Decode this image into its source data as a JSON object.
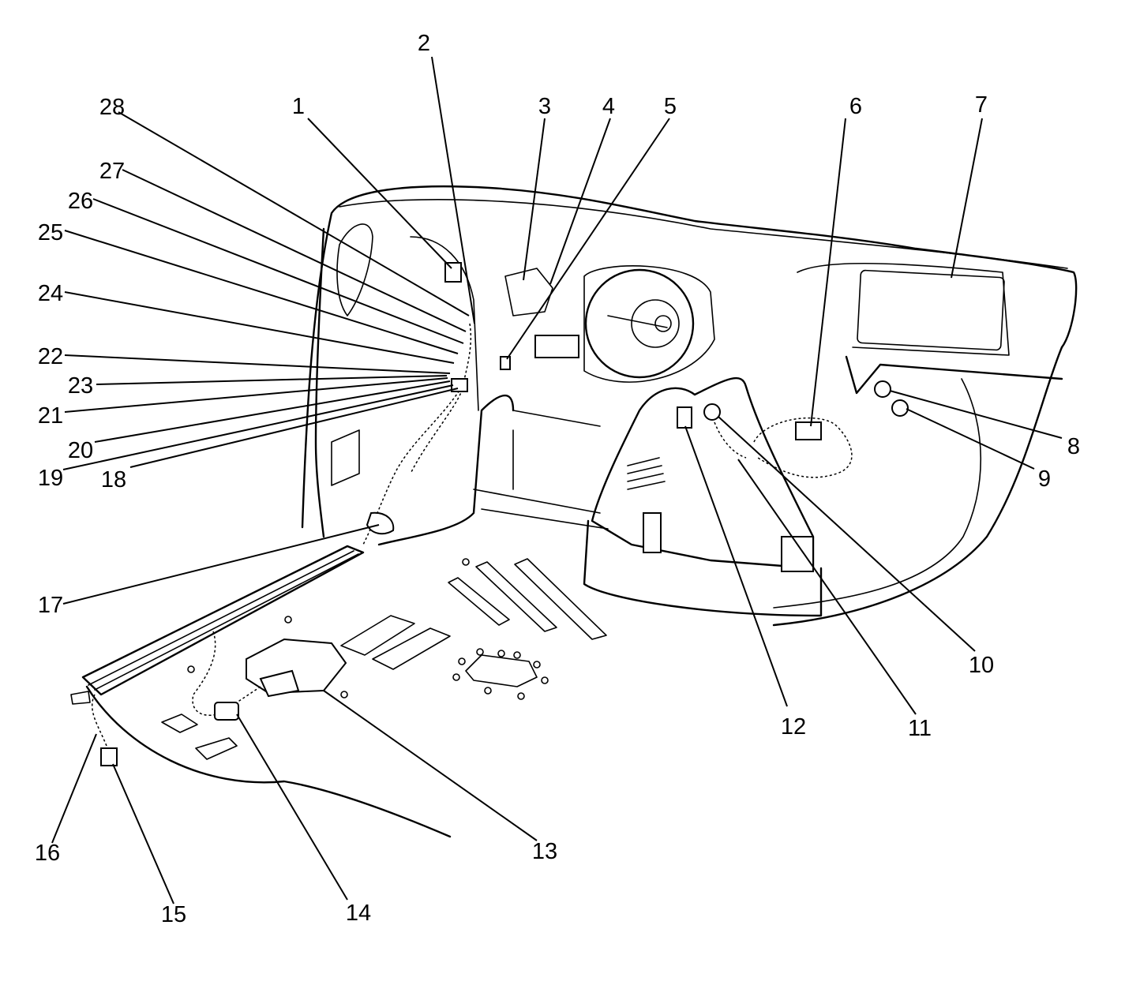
{
  "callouts": [
    {
      "id": "1",
      "label": "1"
    },
    {
      "id": "2",
      "label": "2"
    },
    {
      "id": "3",
      "label": "3"
    },
    {
      "id": "4",
      "label": "4"
    },
    {
      "id": "5",
      "label": "5"
    },
    {
      "id": "6",
      "label": "6"
    },
    {
      "id": "7",
      "label": "7"
    },
    {
      "id": "8",
      "label": "8"
    },
    {
      "id": "9",
      "label": "9"
    },
    {
      "id": "10",
      "label": "10"
    },
    {
      "id": "11",
      "label": "11"
    },
    {
      "id": "12",
      "label": "12"
    },
    {
      "id": "13",
      "label": "13"
    },
    {
      "id": "14",
      "label": "14"
    },
    {
      "id": "15",
      "label": "15"
    },
    {
      "id": "16",
      "label": "16"
    },
    {
      "id": "17",
      "label": "17"
    },
    {
      "id": "18",
      "label": "18"
    },
    {
      "id": "19",
      "label": "19"
    },
    {
      "id": "20",
      "label": "20"
    },
    {
      "id": "21",
      "label": "21"
    },
    {
      "id": "22",
      "label": "22"
    },
    {
      "id": "23",
      "label": "23"
    },
    {
      "id": "24",
      "label": "24"
    },
    {
      "id": "25",
      "label": "25"
    },
    {
      "id": "26",
      "label": "26"
    },
    {
      "id": "27",
      "label": "27"
    },
    {
      "id": "28",
      "label": "28"
    }
  ],
  "colors": {
    "line": "#000000",
    "background": "#ffffff"
  }
}
